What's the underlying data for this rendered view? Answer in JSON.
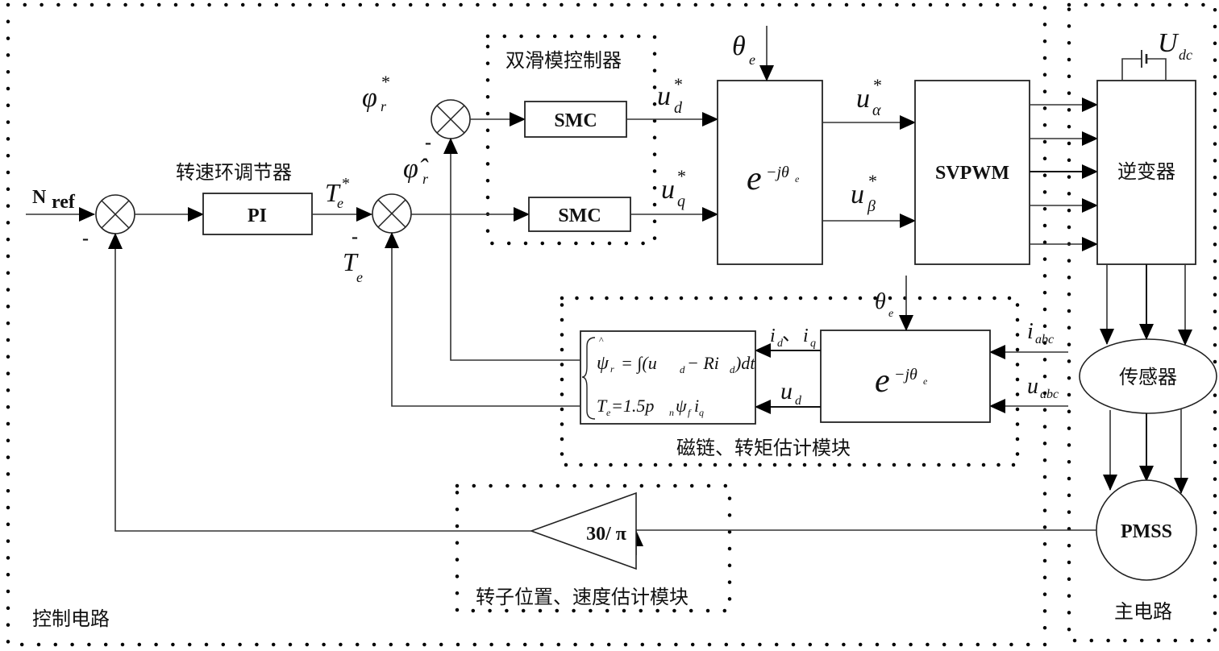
{
  "diagram": {
    "regions": {
      "control_circuit": "控制电路",
      "main_circuit": "主电路",
      "dual_smc_controller": "双滑模控制器",
      "flux_torque_estimator": "磁链、转矩估计模块",
      "rotor_position_speed_estimator": "转子位置、速度估计模块"
    },
    "blocks": {
      "speed_loop_regulator_title": "转速环调节器",
      "pi": "PI",
      "smc_d": "SMC",
      "smc_q": "SMC",
      "park_inverse_base": "e",
      "park_inverse_exp": "−jθ",
      "park_inverse_exp_sub": "e",
      "svpwm": "SVPWM",
      "inverter": "逆变器",
      "sensor": "传感器",
      "motor": "PMSS",
      "park_base": "e",
      "park_exp": "−jθ",
      "park_exp_sub": "e",
      "gain": "30/ π"
    },
    "signals": {
      "n_ref_main": "N",
      "n_ref_sub": "ref",
      "minus": "-",
      "te_star_main": "T",
      "te_star_sub": "e",
      "te_star_sup": "*",
      "te_main": "T",
      "te_sub": "e",
      "phi_star_main": "φ",
      "phi_star_sub": "r",
      "phi_star_sup": "*",
      "phi_hat_main": "φ̂",
      "phi_hat_sub": "r",
      "ud_star_main": "u",
      "ud_star_sub": "d",
      "ud_star_sup": "*",
      "uq_star_main": "u",
      "uq_star_sub": "q",
      "uq_star_sup": "*",
      "ualpha_main": "u",
      "ualpha_sub": "α",
      "ualpha_sup": "*",
      "ubeta_main": "u",
      "ubeta_sub": "β",
      "ubeta_sup": "*",
      "theta_e_main": "θ",
      "theta_e_sub": "e",
      "udc_main": "U",
      "udc_sub": "dc",
      "id_iq": "i",
      "id_sub": "d",
      "sep": "、",
      "iq_sub": "q",
      "ud_main": "u",
      "ud_sub": "d",
      "iabc_main": "i",
      "iabc_sub": "abc",
      "uabc_main": "u",
      "uabc_sub": "abc"
    },
    "equations": {
      "flux_lhs": "ψ",
      "flux_lhs_sub": "r",
      "flux_rhs": "= ∫(u",
      "flux_rhs_sub1": "d",
      "flux_rhs_mid": " − Ri",
      "flux_rhs_sub2": "d",
      "flux_rhs_end": ")dt",
      "torque_lhs": "T",
      "torque_lhs_sub": "e",
      "torque_rhs": " =1.5p",
      "torque_rhs_sub1": "n",
      "torque_rhs_mid": "ψ",
      "torque_rhs_sub2": "f",
      "torque_rhs_i": "i",
      "torque_rhs_sub3": "q"
    }
  }
}
